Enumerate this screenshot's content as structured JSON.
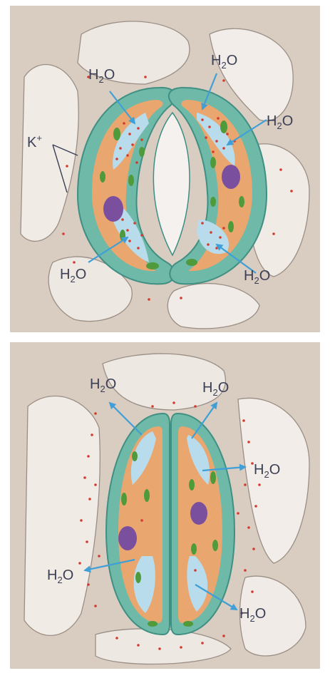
{
  "colors": {
    "background_tissue": "#d9ccc1",
    "cell_wall": "#6fb9a8",
    "cell_wall_dark": "#3f8f83",
    "cytoplasm": "#e9a66f",
    "vacuole": "#b9dcec",
    "nucleus": "#7a4f9e",
    "chloroplast": "#4f9a3a",
    "potassium_ion": "#d33b2e",
    "arrow": "#3f9fd6",
    "label_text": "#3b3f55"
  },
  "panels": [
    {
      "state": "open",
      "ion_label": "K+",
      "ion_label_base": "K",
      "ion_label_sup": "+",
      "water_labels": [
        {
          "base": "H",
          "sub": "2",
          "rest": "O",
          "position": "top-left",
          "direction": "in"
        },
        {
          "base": "H",
          "sub": "2",
          "rest": "O",
          "position": "top-right",
          "direction": "in"
        },
        {
          "base": "H",
          "sub": "2",
          "rest": "O",
          "position": "right",
          "direction": "in"
        },
        {
          "base": "H",
          "sub": "2",
          "rest": "O",
          "position": "bottom-left",
          "direction": "in"
        },
        {
          "base": "H",
          "sub": "2",
          "rest": "O",
          "position": "bottom-right",
          "direction": "in"
        }
      ]
    },
    {
      "state": "closed",
      "water_labels": [
        {
          "base": "H",
          "sub": "2",
          "rest": "O",
          "position": "top-left",
          "direction": "out"
        },
        {
          "base": "H",
          "sub": "2",
          "rest": "O",
          "position": "top-right",
          "direction": "out"
        },
        {
          "base": "H",
          "sub": "2",
          "rest": "O",
          "position": "right",
          "direction": "out"
        },
        {
          "base": "H",
          "sub": "2",
          "rest": "O",
          "position": "bottom-left",
          "direction": "out"
        },
        {
          "base": "H",
          "sub": "2",
          "rest": "O",
          "position": "bottom-right",
          "direction": "out"
        }
      ]
    }
  ]
}
